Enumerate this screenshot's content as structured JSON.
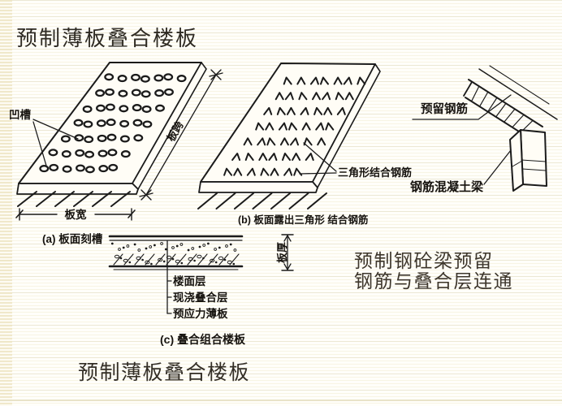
{
  "title": "预制薄板叠合楼板",
  "footer": "预制薄板叠合楼板",
  "note": {
    "line1": "预制钢砼梁预留",
    "line2": "钢筋与叠合层连通"
  },
  "diagram_a": {
    "groove_label": "凹槽",
    "span_label": "板跨",
    "width_label": "板宽",
    "caption": "(a) 板面刻槽"
  },
  "diagram_b": {
    "rebar_label": "三角形结合钢筋",
    "caption": "(b) 板面露出三角形 结合钢筋"
  },
  "diagram_c": {
    "layers": [
      "楼面层",
      "现浇叠合层",
      "预应力薄板"
    ],
    "thickness_label": "板厚",
    "caption": "(c) 叠合组合楼板"
  },
  "beam_detail": {
    "reserved_rebar_label": "预留钢筋",
    "beam_label": "钢筋混凝土梁"
  },
  "colors": {
    "line": "#1b1b1b",
    "background": "#fffefa",
    "stripe": "#f3edd2",
    "text": "#16130f"
  }
}
